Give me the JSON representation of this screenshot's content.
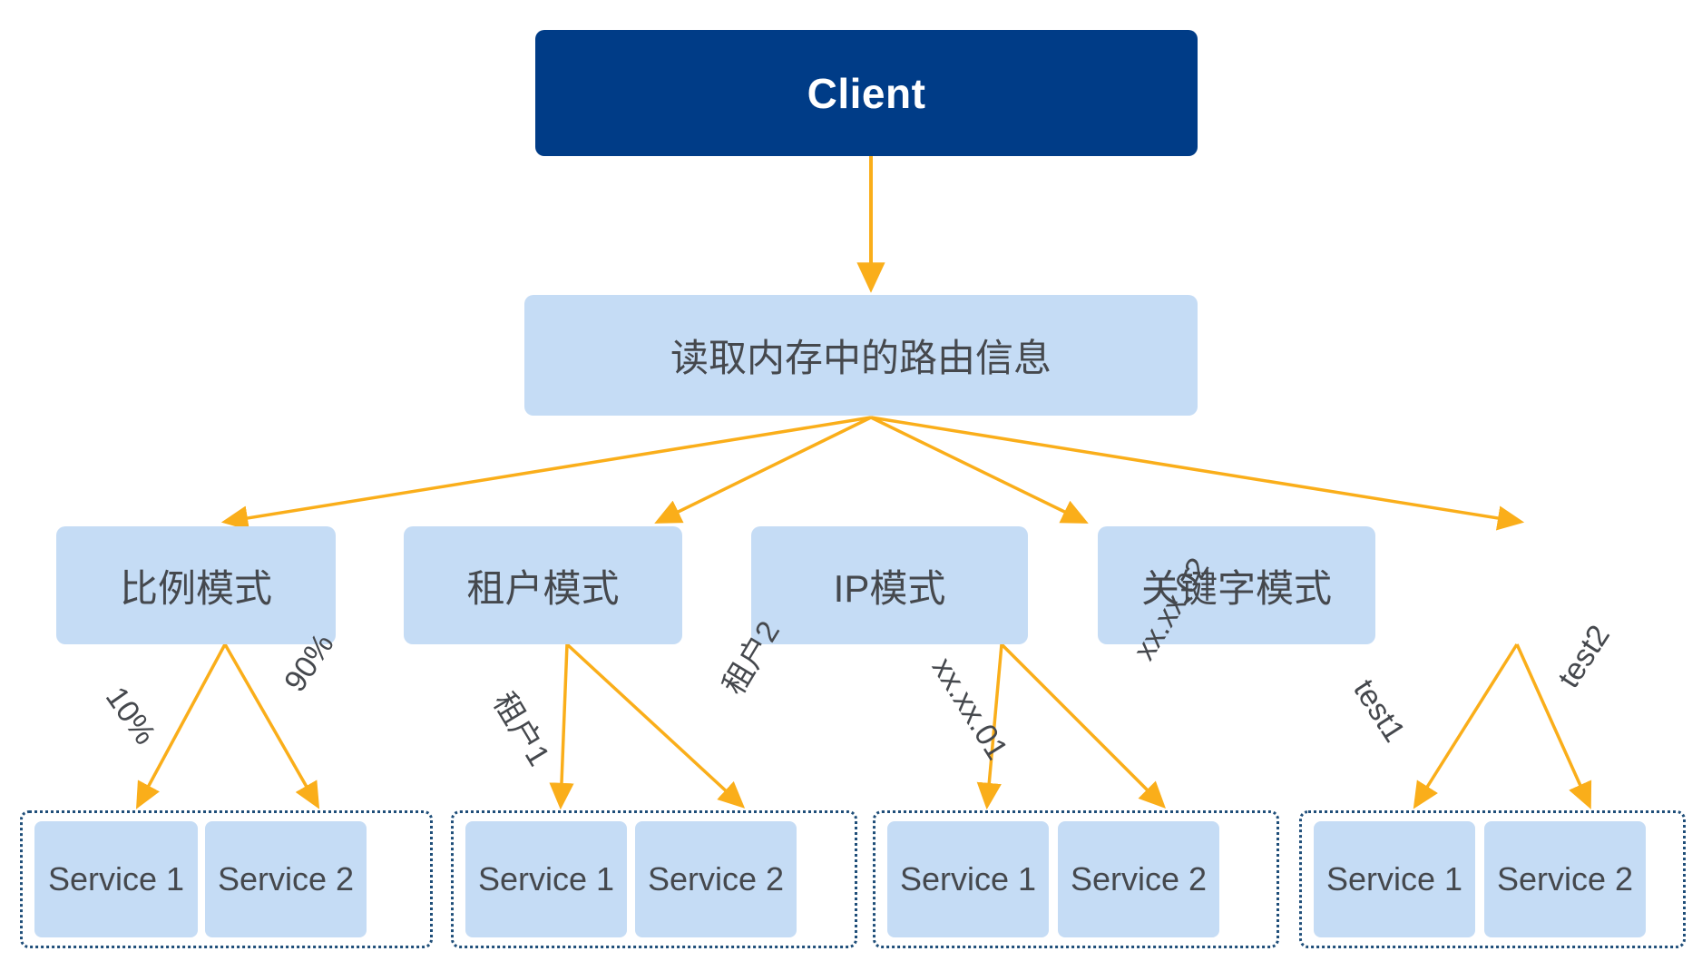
{
  "diagram": {
    "title_node": {
      "label": "Client"
    },
    "route_node": {
      "label": "读取内存中的路由信息"
    },
    "colors": {
      "client_fill": "#003C87",
      "client_text": "#FFFFFF",
      "node_fill": "#C5DCF5",
      "node_text": "#45484D",
      "arrow": "#FAAE1A",
      "group_border": "#1F4E79",
      "background": "#FFFFFF"
    },
    "modes": [
      {
        "label": "比例模式",
        "edges": [
          {
            "label": "10%",
            "target": "Service 1"
          },
          {
            "label": "90%",
            "target": "Service 2"
          }
        ],
        "services": [
          "Service 1",
          "Service 2"
        ]
      },
      {
        "label": "租户模式",
        "edges": [
          {
            "label": "租户1",
            "target": "Service 1"
          },
          {
            "label": "租户2",
            "target": "Service 2"
          }
        ],
        "services": [
          "Service 1",
          "Service 2"
        ]
      },
      {
        "label": "IP模式",
        "edges": [
          {
            "label": "xx.xx.01",
            "target": "Service 1"
          },
          {
            "label": "xx.xx.02",
            "target": "Service 2"
          }
        ],
        "services": [
          "Service 1",
          "Service 2"
        ]
      },
      {
        "label": "关键字模式",
        "edges": [
          {
            "label": "test1",
            "target": "Service 1"
          },
          {
            "label": "test2",
            "target": "Service 2"
          }
        ],
        "services": [
          "Service 1",
          "Service 2"
        ]
      }
    ]
  }
}
